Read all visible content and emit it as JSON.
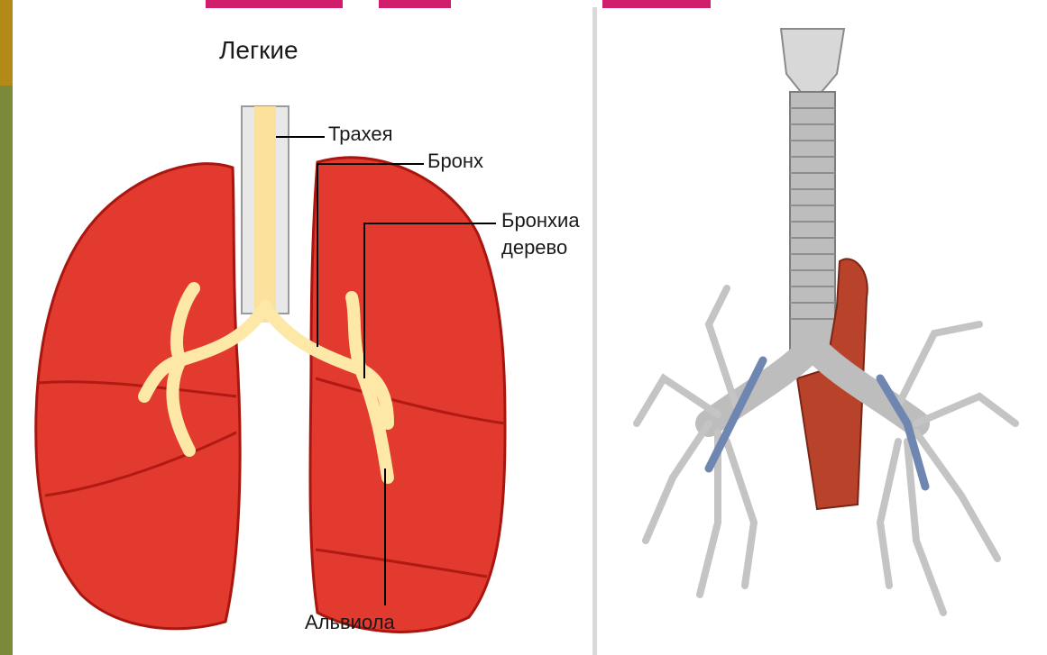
{
  "left_diagram": {
    "title": "Легкие",
    "labels": {
      "trachea": "Трахея",
      "bronchus": "Бронх",
      "bronchial_tree_line1": "Бронхиа",
      "bronchial_tree_line2": "дерево",
      "alveola": "Альвиола"
    }
  },
  "colors": {
    "lung_red": "#e23a2e",
    "lung_dark": "#b9201a",
    "lung_light": "#f06050",
    "bronchi_cream": "#fde8a8",
    "cartilage_gray": "#a9a9a9",
    "aorta": "#b8432a",
    "vessel_blue": "#6f86b0",
    "slide_accent": "#d01e6c"
  }
}
